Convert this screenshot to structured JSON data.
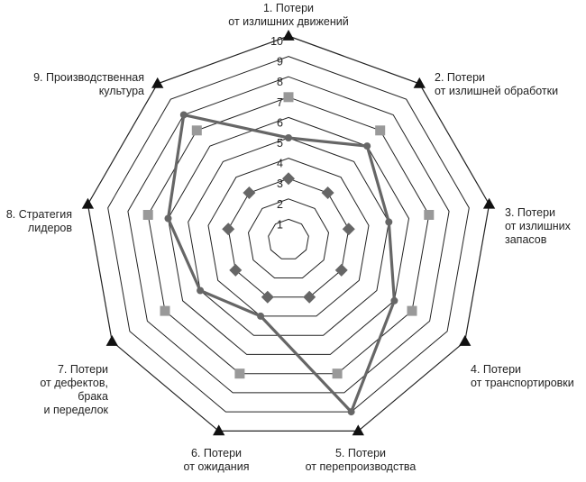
{
  "chart_data": {
    "type": "radar",
    "axes": [
      {
        "lines": [
          "1. Потери",
          "от излишних движений"
        ]
      },
      {
        "lines": [
          "2. Потери",
          "от излишней обработки"
        ]
      },
      {
        "lines": [
          "3. Потери",
          "от излишних",
          "запасов"
        ]
      },
      {
        "lines": [
          "4. Потери",
          "от транспортировки"
        ]
      },
      {
        "lines": [
          "5. Потери",
          "от перепроизводства"
        ]
      },
      {
        "lines": [
          "6. Потери",
          "от ожидания"
        ]
      },
      {
        "lines": [
          "7. Потери",
          "от дефектов,",
          "брака",
          "и переделок"
        ]
      },
      {
        "lines": [
          "8. Стратегия",
          "лидеров"
        ]
      },
      {
        "lines": [
          "9. Производственная",
          "культура"
        ]
      }
    ],
    "rlim": [
      0,
      10
    ],
    "ticks": [
      "1",
      "2",
      "3",
      "4",
      "5",
      "6",
      "7",
      "8",
      "9",
      "10"
    ],
    "series": [
      {
        "marker": "diamond",
        "color": "#666666",
        "line": false,
        "values": [
          3,
          3,
          3,
          3,
          3,
          3,
          3,
          3,
          3
        ]
      },
      {
        "marker": "square",
        "color": "#999999",
        "line": false,
        "values": [
          7,
          7,
          7,
          7,
          7,
          7,
          7,
          7,
          7
        ]
      },
      {
        "marker": "circle",
        "color": "#666666",
        "line": true,
        "values": [
          5,
          6,
          5,
          6,
          9,
          4,
          5,
          6,
          8
        ]
      },
      {
        "marker": "triangle",
        "color": "#111111",
        "line": false,
        "values": [
          10,
          10,
          10,
          10,
          10,
          10,
          10,
          10,
          10
        ]
      }
    ],
    "grid": true
  }
}
